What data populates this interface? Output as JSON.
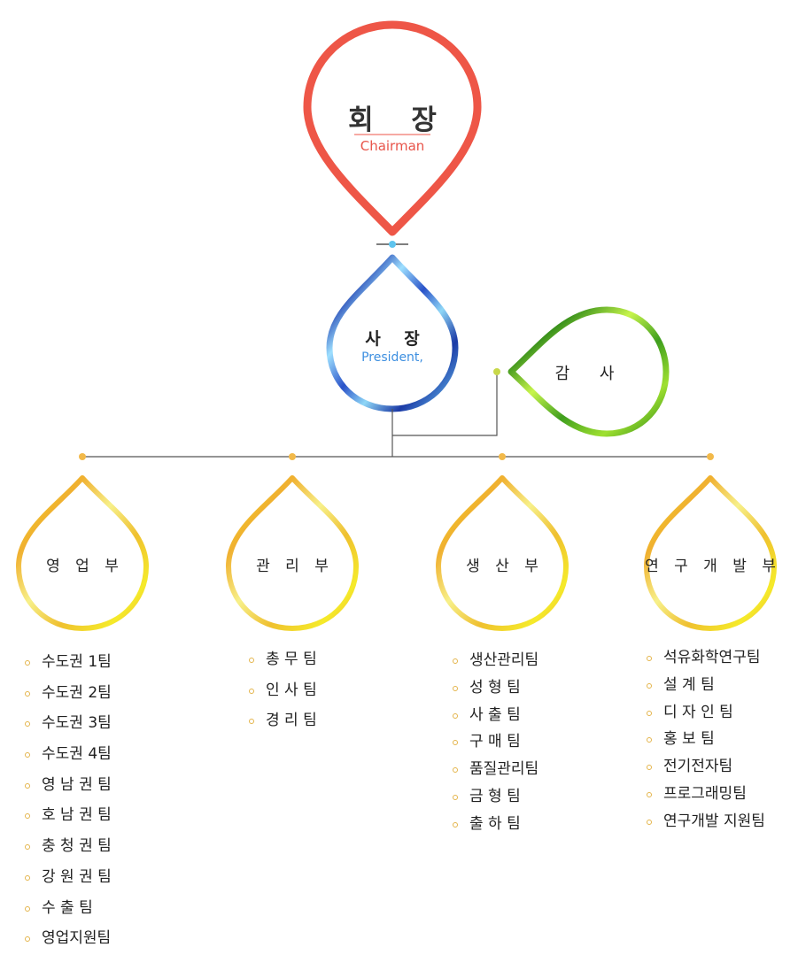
{
  "chairman": {
    "title": "회 장",
    "subtitle": "Chairman"
  },
  "president": {
    "title": "사 장",
    "subtitle": "President,"
  },
  "audit": {
    "title": "감 사"
  },
  "departments": [
    {
      "title": "영 업 부",
      "teams": [
        "수도권 1팀",
        "수도권 2팀",
        "수도권 3팀",
        "수도권 4팀",
        "영 남 권 팀",
        "호 남 권 팀",
        "충 청 권 팀",
        "강 원 권 팀",
        "수 출 팀",
        "영업지원팀"
      ]
    },
    {
      "title": "관 리 부",
      "teams": [
        "총 무 팀",
        "인 사 팀",
        "경 리 팀"
      ]
    },
    {
      "title": "생 산 부",
      "teams": [
        "생산관리팀",
        "성 형 팀",
        "사 출 팀",
        "구 매 팀",
        "품질관리팀",
        "금 형 팀",
        "출 하 팀"
      ]
    },
    {
      "title": "연 구 개 발 부",
      "teams": [
        "석유화학연구팀",
        "설 계 팀",
        "디 자 인 팀",
        "홍 보 팀",
        "전기전자팀",
        "프로그래밍팀",
        "연구개발 지원팀"
      ]
    }
  ],
  "colors": {
    "chairman": "#ee5647",
    "president_dark": "#1f3fb0",
    "president_light": "#7fd0f5",
    "audit_dark": "#2f8a18",
    "audit_light": "#b9ef3a",
    "dept_yellow": "#f0e21c",
    "dept_orange": "#f0b030",
    "connector": "#555555",
    "node_dot": "#f2b94a"
  }
}
